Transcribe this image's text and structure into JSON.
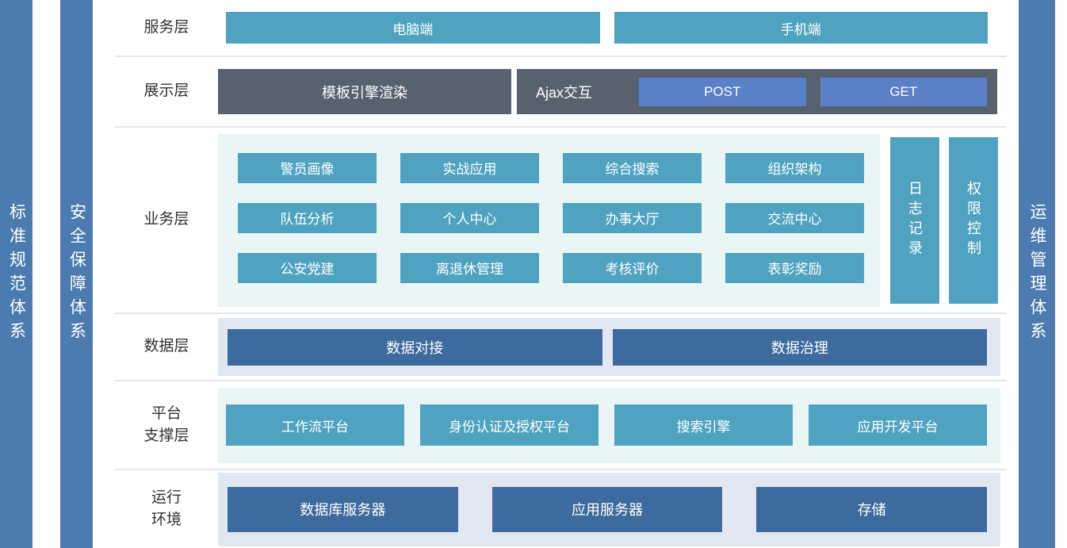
{
  "pillars": {
    "left_outer": "标准规范体系",
    "left_inner": "安全保障体系",
    "right": "运维管理体系"
  },
  "layers": {
    "service": {
      "label": "服务层",
      "items": [
        "电脑端",
        "手机端"
      ]
    },
    "display": {
      "label": "展示层",
      "template_engine": "模板引擎渲染",
      "ajax_label": "Ajax交互",
      "ajax_buttons": [
        "POST",
        "GET"
      ]
    },
    "business": {
      "label": "业务层",
      "modules": [
        "警员画像",
        "实战应用",
        "综合搜索",
        "组织架构",
        "队伍分析",
        "个人中心",
        "办事大厅",
        "交流中心",
        "公安党建",
        "离退休管理",
        "考核评价",
        "表彰奖励"
      ],
      "side_modules": [
        "日志记录",
        "权限控制"
      ]
    },
    "data": {
      "label": "数据层",
      "items": [
        "数据对接",
        "数据治理"
      ]
    },
    "platform": {
      "label": "平台\n支撑层",
      "items": [
        "工作流平台",
        "身份认证及授权平台",
        "搜索引擎",
        "应用开发平台"
      ]
    },
    "runtime": {
      "label": "运行\n环境",
      "items": [
        "数据库服务器",
        "应用服务器",
        "存储"
      ]
    }
  },
  "colors": {
    "pillar_blue": "#4c7bb0",
    "teal": "#4fa3c1",
    "dark_slate": "#58626e",
    "accent_blue": "#5a80c8",
    "dark_blue": "#3d6b9d",
    "panel_teal": "#eaf5f6",
    "panel_blue": "#e2e7f2"
  }
}
